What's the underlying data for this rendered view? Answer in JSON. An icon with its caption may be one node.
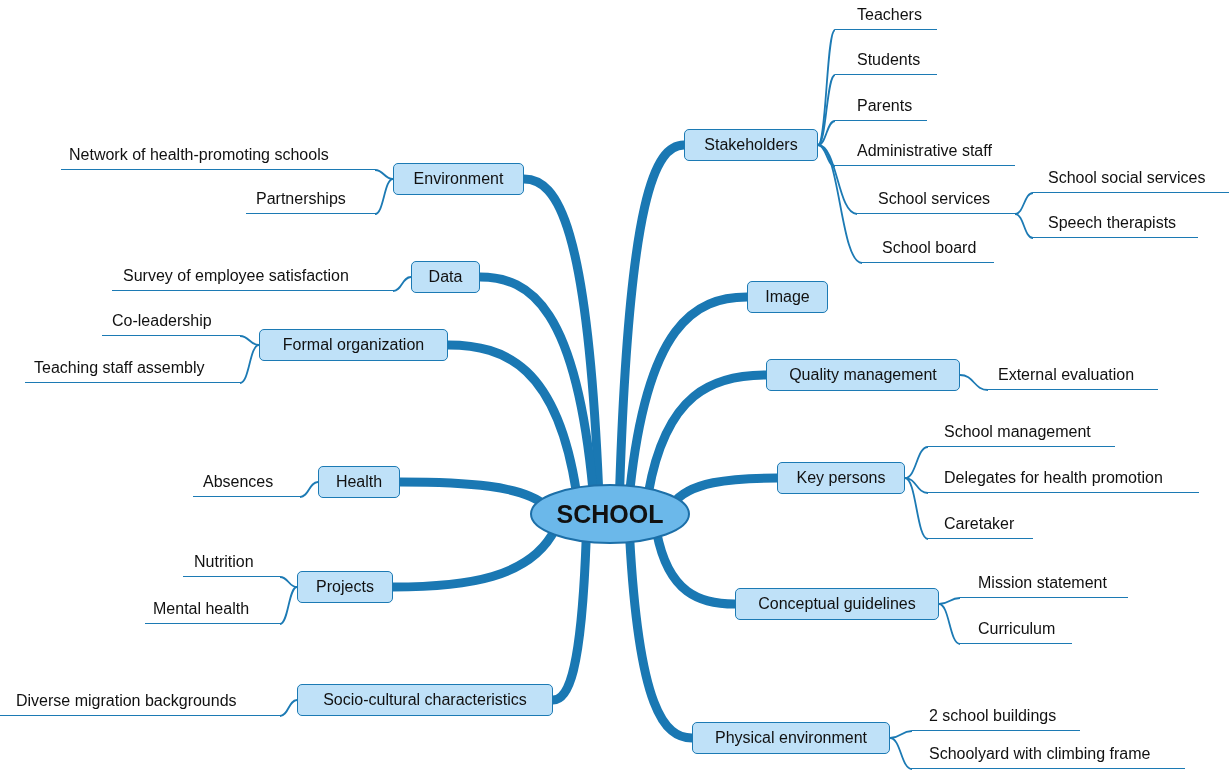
{
  "diagram": {
    "nodes": [
      {
        "text": [
          "SCHOOL"
        ]
      },
      {
        "text": [
          "Stakeholders"
        ]
      },
      {
        "text": [
          "Teachers"
        ]
      },
      {
        "text": [
          "Students"
        ]
      },
      {
        "text": [
          "Parents"
        ]
      },
      {
        "text": [
          "Administrative staff"
        ]
      },
      {
        "text": [
          "School services"
        ]
      },
      {
        "text": [
          "School social services"
        ]
      },
      {
        "text": [
          "Speech therapists"
        ]
      },
      {
        "text": [
          "School board"
        ]
      },
      {
        "text": [
          "Environment"
        ]
      },
      {
        "text": [
          "Network of health-promoting schools"
        ]
      },
      {
        "text": [
          "Partnerships"
        ]
      },
      {
        "text": [
          "Image"
        ]
      },
      {
        "text": [
          "Data"
        ]
      },
      {
        "text": [
          "Survey of employee satisfaction"
        ]
      },
      {
        "text": [
          "Quality management"
        ]
      },
      {
        "text": [
          "External evaluation"
        ]
      },
      {
        "text": [
          "Formal organization"
        ]
      },
      {
        "text": [
          "Co-leadership"
        ]
      },
      {
        "text": [
          "Teaching staff assembly"
        ]
      },
      {
        "text": [
          "Key persons"
        ]
      },
      {
        "text": [
          "School management"
        ]
      },
      {
        "text": [
          "Delegates for health promotion"
        ]
      },
      {
        "text": [
          "Caretaker"
        ]
      },
      {
        "text": [
          "Health"
        ]
      },
      {
        "text": [
          "Absences"
        ]
      },
      {
        "text": [
          "Conceptual guidelines"
        ]
      },
      {
        "text": [
          "Mission statement"
        ]
      },
      {
        "text": [
          "Curriculum"
        ]
      },
      {
        "text": [
          "Projects"
        ]
      },
      {
        "text": [
          "Nutrition"
        ]
      },
      {
        "text": [
          "Mental health"
        ]
      },
      {
        "text": [
          "Physical environment"
        ]
      },
      {
        "text": [
          "2 school buildings"
        ]
      },
      {
        "text": [
          "Schoolyard with climbing frame"
        ]
      },
      {
        "text": [
          "Socio-cultural characteristics"
        ]
      },
      {
        "text": [
          "Diverse migration backgrounds"
        ]
      }
    ],
    "edges": [
      {
        "from": 0,
        "to": 1,
        "arrow": "none",
        "style": "thick"
      },
      {
        "from": 1,
        "to": 2,
        "arrow": "none"
      },
      {
        "from": 1,
        "to": 3,
        "arrow": "none"
      },
      {
        "from": 1,
        "to": 4,
        "arrow": "none"
      },
      {
        "from": 1,
        "to": 5,
        "arrow": "none"
      },
      {
        "from": 1,
        "to": 6,
        "arrow": "none"
      },
      {
        "from": 6,
        "to": 7,
        "arrow": "none"
      },
      {
        "from": 6,
        "to": 8,
        "arrow": "none"
      },
      {
        "from": 1,
        "to": 9,
        "arrow": "none"
      },
      {
        "from": 0,
        "to": 10,
        "arrow": "none",
        "style": "thick"
      },
      {
        "from": 10,
        "to": 11,
        "arrow": "none"
      },
      {
        "from": 10,
        "to": 12,
        "arrow": "none"
      },
      {
        "from": 0,
        "to": 13,
        "arrow": "none",
        "style": "thick"
      },
      {
        "from": 0,
        "to": 14,
        "arrow": "none",
        "style": "thick"
      },
      {
        "from": 14,
        "to": 15,
        "arrow": "none"
      },
      {
        "from": 0,
        "to": 16,
        "arrow": "none",
        "style": "thick"
      },
      {
        "from": 16,
        "to": 17,
        "arrow": "none"
      },
      {
        "from": 0,
        "to": 18,
        "arrow": "none",
        "style": "thick"
      },
      {
        "from": 18,
        "to": 19,
        "arrow": "none"
      },
      {
        "from": 18,
        "to": 20,
        "arrow": "none"
      },
      {
        "from": 0,
        "to": 21,
        "arrow": "none",
        "style": "thick"
      },
      {
        "from": 21,
        "to": 22,
        "arrow": "none"
      },
      {
        "from": 21,
        "to": 23,
        "arrow": "none"
      },
      {
        "from": 21,
        "to": 24,
        "arrow": "none"
      },
      {
        "from": 0,
        "to": 25,
        "arrow": "none",
        "style": "thick"
      },
      {
        "from": 25,
        "to": 26,
        "arrow": "none"
      },
      {
        "from": 0,
        "to": 27,
        "arrow": "none",
        "style": "thick"
      },
      {
        "from": 27,
        "to": 28,
        "arrow": "none"
      },
      {
        "from": 27,
        "to": 29,
        "arrow": "none"
      },
      {
        "from": 0,
        "to": 30,
        "arrow": "none",
        "style": "thick"
      },
      {
        "from": 30,
        "to": 31,
        "arrow": "none"
      },
      {
        "from": 30,
        "to": 32,
        "arrow": "none"
      },
      {
        "from": 0,
        "to": 33,
        "arrow": "none",
        "style": "thick"
      },
      {
        "from": 33,
        "to": 34,
        "arrow": "none"
      },
      {
        "from": 33,
        "to": 35,
        "arrow": "none"
      },
      {
        "from": 0,
        "to": 36,
        "arrow": "none",
        "style": "thick"
      },
      {
        "from": 36,
        "to": 37,
        "arrow": "none"
      }
    ]
  }
}
